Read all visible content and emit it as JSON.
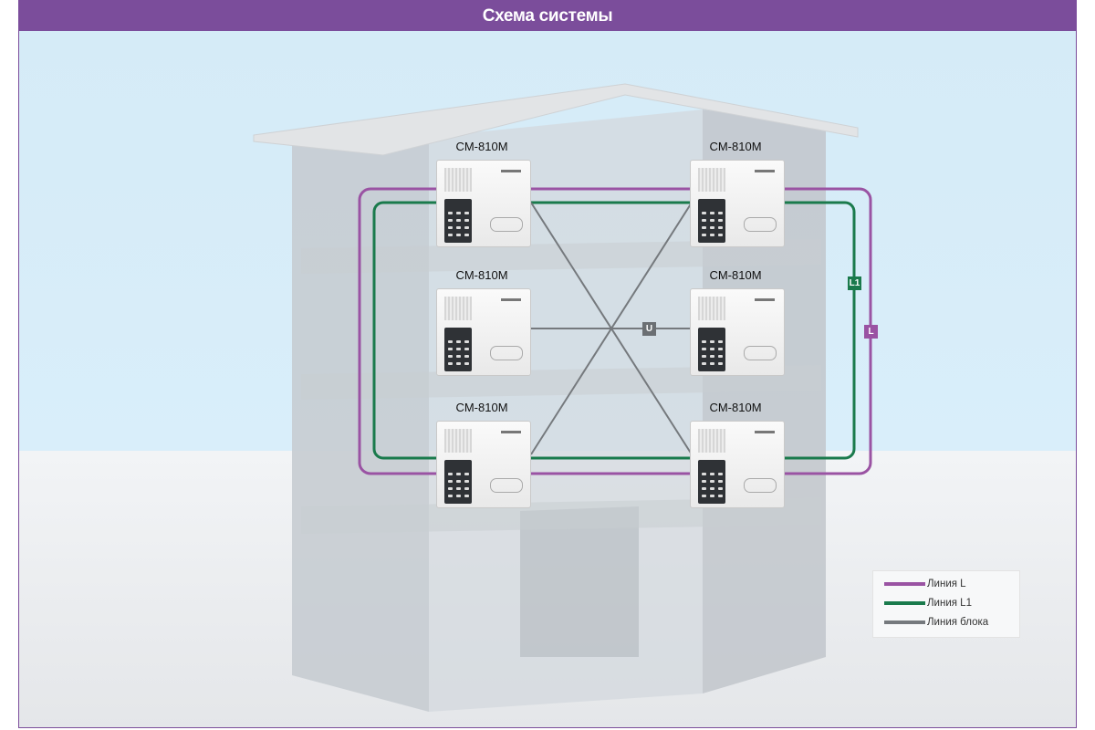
{
  "title": "Схема системы",
  "units": [
    {
      "model": "CM-810M",
      "position": "top-left"
    },
    {
      "model": "CM-810M",
      "position": "top-right"
    },
    {
      "model": "CM-810M",
      "position": "middle-left"
    },
    {
      "model": "CM-810M",
      "position": "middle-right"
    },
    {
      "model": "CM-810M",
      "position": "bottom-left"
    },
    {
      "model": "CM-810M",
      "position": "bottom-right"
    }
  ],
  "line_tags": {
    "L": "L",
    "L1": "L1",
    "U": "U"
  },
  "legend": [
    {
      "label": "Линия L",
      "color": "#9a53a3"
    },
    {
      "label": "Линия L1",
      "color": "#1a7a4c"
    },
    {
      "label": "Линия блока",
      "color": "#75797d"
    }
  ],
  "colors": {
    "header": "#7b4d9b",
    "line_L": "#9a53a3",
    "line_L1": "#1a7a4c",
    "line_unit": "#75797d"
  }
}
